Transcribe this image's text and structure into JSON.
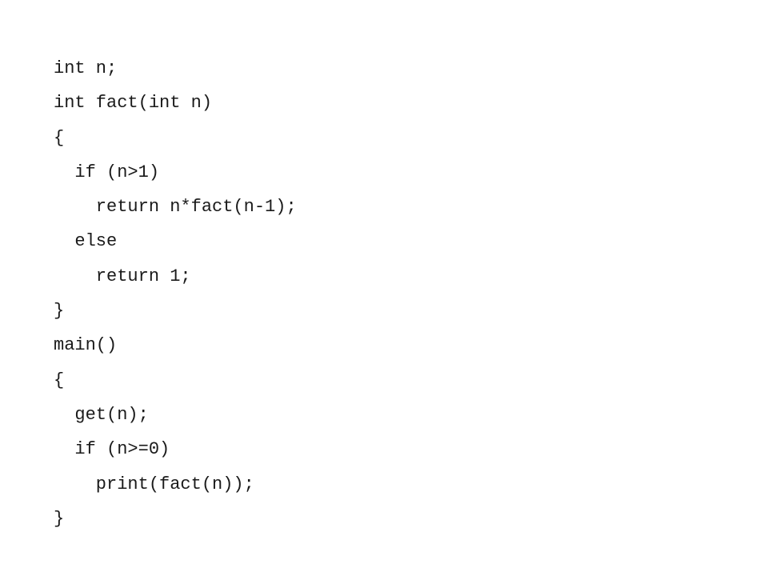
{
  "code": {
    "lines": [
      "int n;",
      "int fact(int n)",
      "{",
      "  if (n>1)",
      "    return n*fact(n-1);",
      "  else",
      "    return 1;",
      "}",
      "main()",
      "{",
      "  get(n);",
      "  if (n>=0)",
      "    print(fact(n));",
      "}"
    ]
  }
}
